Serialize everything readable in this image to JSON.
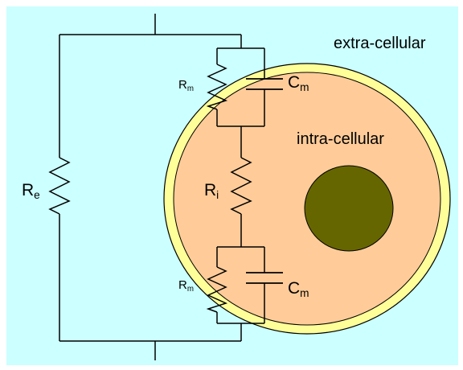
{
  "labels": {
    "extracellular": "extra-cellular",
    "intracellular": "intra-cellular",
    "re": {
      "base": "R",
      "sub": "e"
    },
    "ri": {
      "base": "R",
      "sub": "i"
    },
    "rm_top": {
      "base": "R",
      "sub": "m"
    },
    "rm_bottom": {
      "base": "R",
      "sub": "m"
    },
    "cm_top": {
      "base": "C",
      "sub": "m"
    },
    "cm_bottom": {
      "base": "C",
      "sub": "m"
    }
  },
  "colors": {
    "background": "#ccffff",
    "membrane": "#ffff99",
    "cytoplasm": "#ffcc99",
    "nucleus": "#666600",
    "wire": "#000000"
  }
}
